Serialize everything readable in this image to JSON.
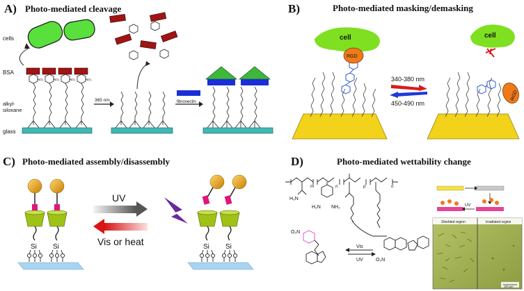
{
  "panels": {
    "A": {
      "letter": "A)",
      "title": "Photo-mediated cleavage",
      "labels": {
        "cells": "cells",
        "bsa": "BSA",
        "alkyl": "alkyl-",
        "siloxane": "siloxane",
        "glass": "glass",
        "wavelength": "365 nm",
        "fibronectin": "fibronectin",
        "no2": "NO₂"
      },
      "colors": {
        "cell": "#59e03c",
        "bsa": "#a01414",
        "glass": "#3fb8b5",
        "fibronectin": "#1a2fd6",
        "triangle": "#3fb83a"
      }
    },
    "B": {
      "letter": "B)",
      "title": "Photo-mediated masking/demasking",
      "labels": {
        "cell": "cell",
        "rgd": "RGD",
        "forward": "340-380 nm",
        "reverse": "450-490 nm"
      },
      "colors": {
        "cell": "#7ee020",
        "rgd": "#f07a1a",
        "substrate": "#f2d21a",
        "azobenzene": "#2a5ad8",
        "forward_arrow": "#d81c1c",
        "reverse_arrow": "#1c3ad8"
      }
    },
    "C": {
      "letter": "C)",
      "title": "Photo-mediated assembly/disassembly",
      "labels": {
        "uv": "UV",
        "vis": "Vis or heat",
        "si": "Si"
      },
      "colors": {
        "ball": "#e8a21a",
        "linker": "#e0177a",
        "cyclodextrin": "#9ec216",
        "surface": "#a9d4ef",
        "bolt": "#6a2a9a"
      }
    },
    "D": {
      "letter": "D)",
      "title": "Photo-mediated wettability change",
      "labels": {
        "h2n": "H₂N",
        "nh2": "NH₂",
        "o2n": "O₂N",
        "vis": "Vis",
        "uv": "UV",
        "uv_small": "UV",
        "shielded": "Shielded region",
        "irradiated": "Irradiated region",
        "scale": "100 μm",
        "sub_m": "m",
        "sub_n": "n",
        "sub_p": "p",
        "sub_o": "o"
      },
      "colors": {
        "micrograph": "#a7b558",
        "merocyanine_ring": "#d846c0"
      }
    }
  }
}
